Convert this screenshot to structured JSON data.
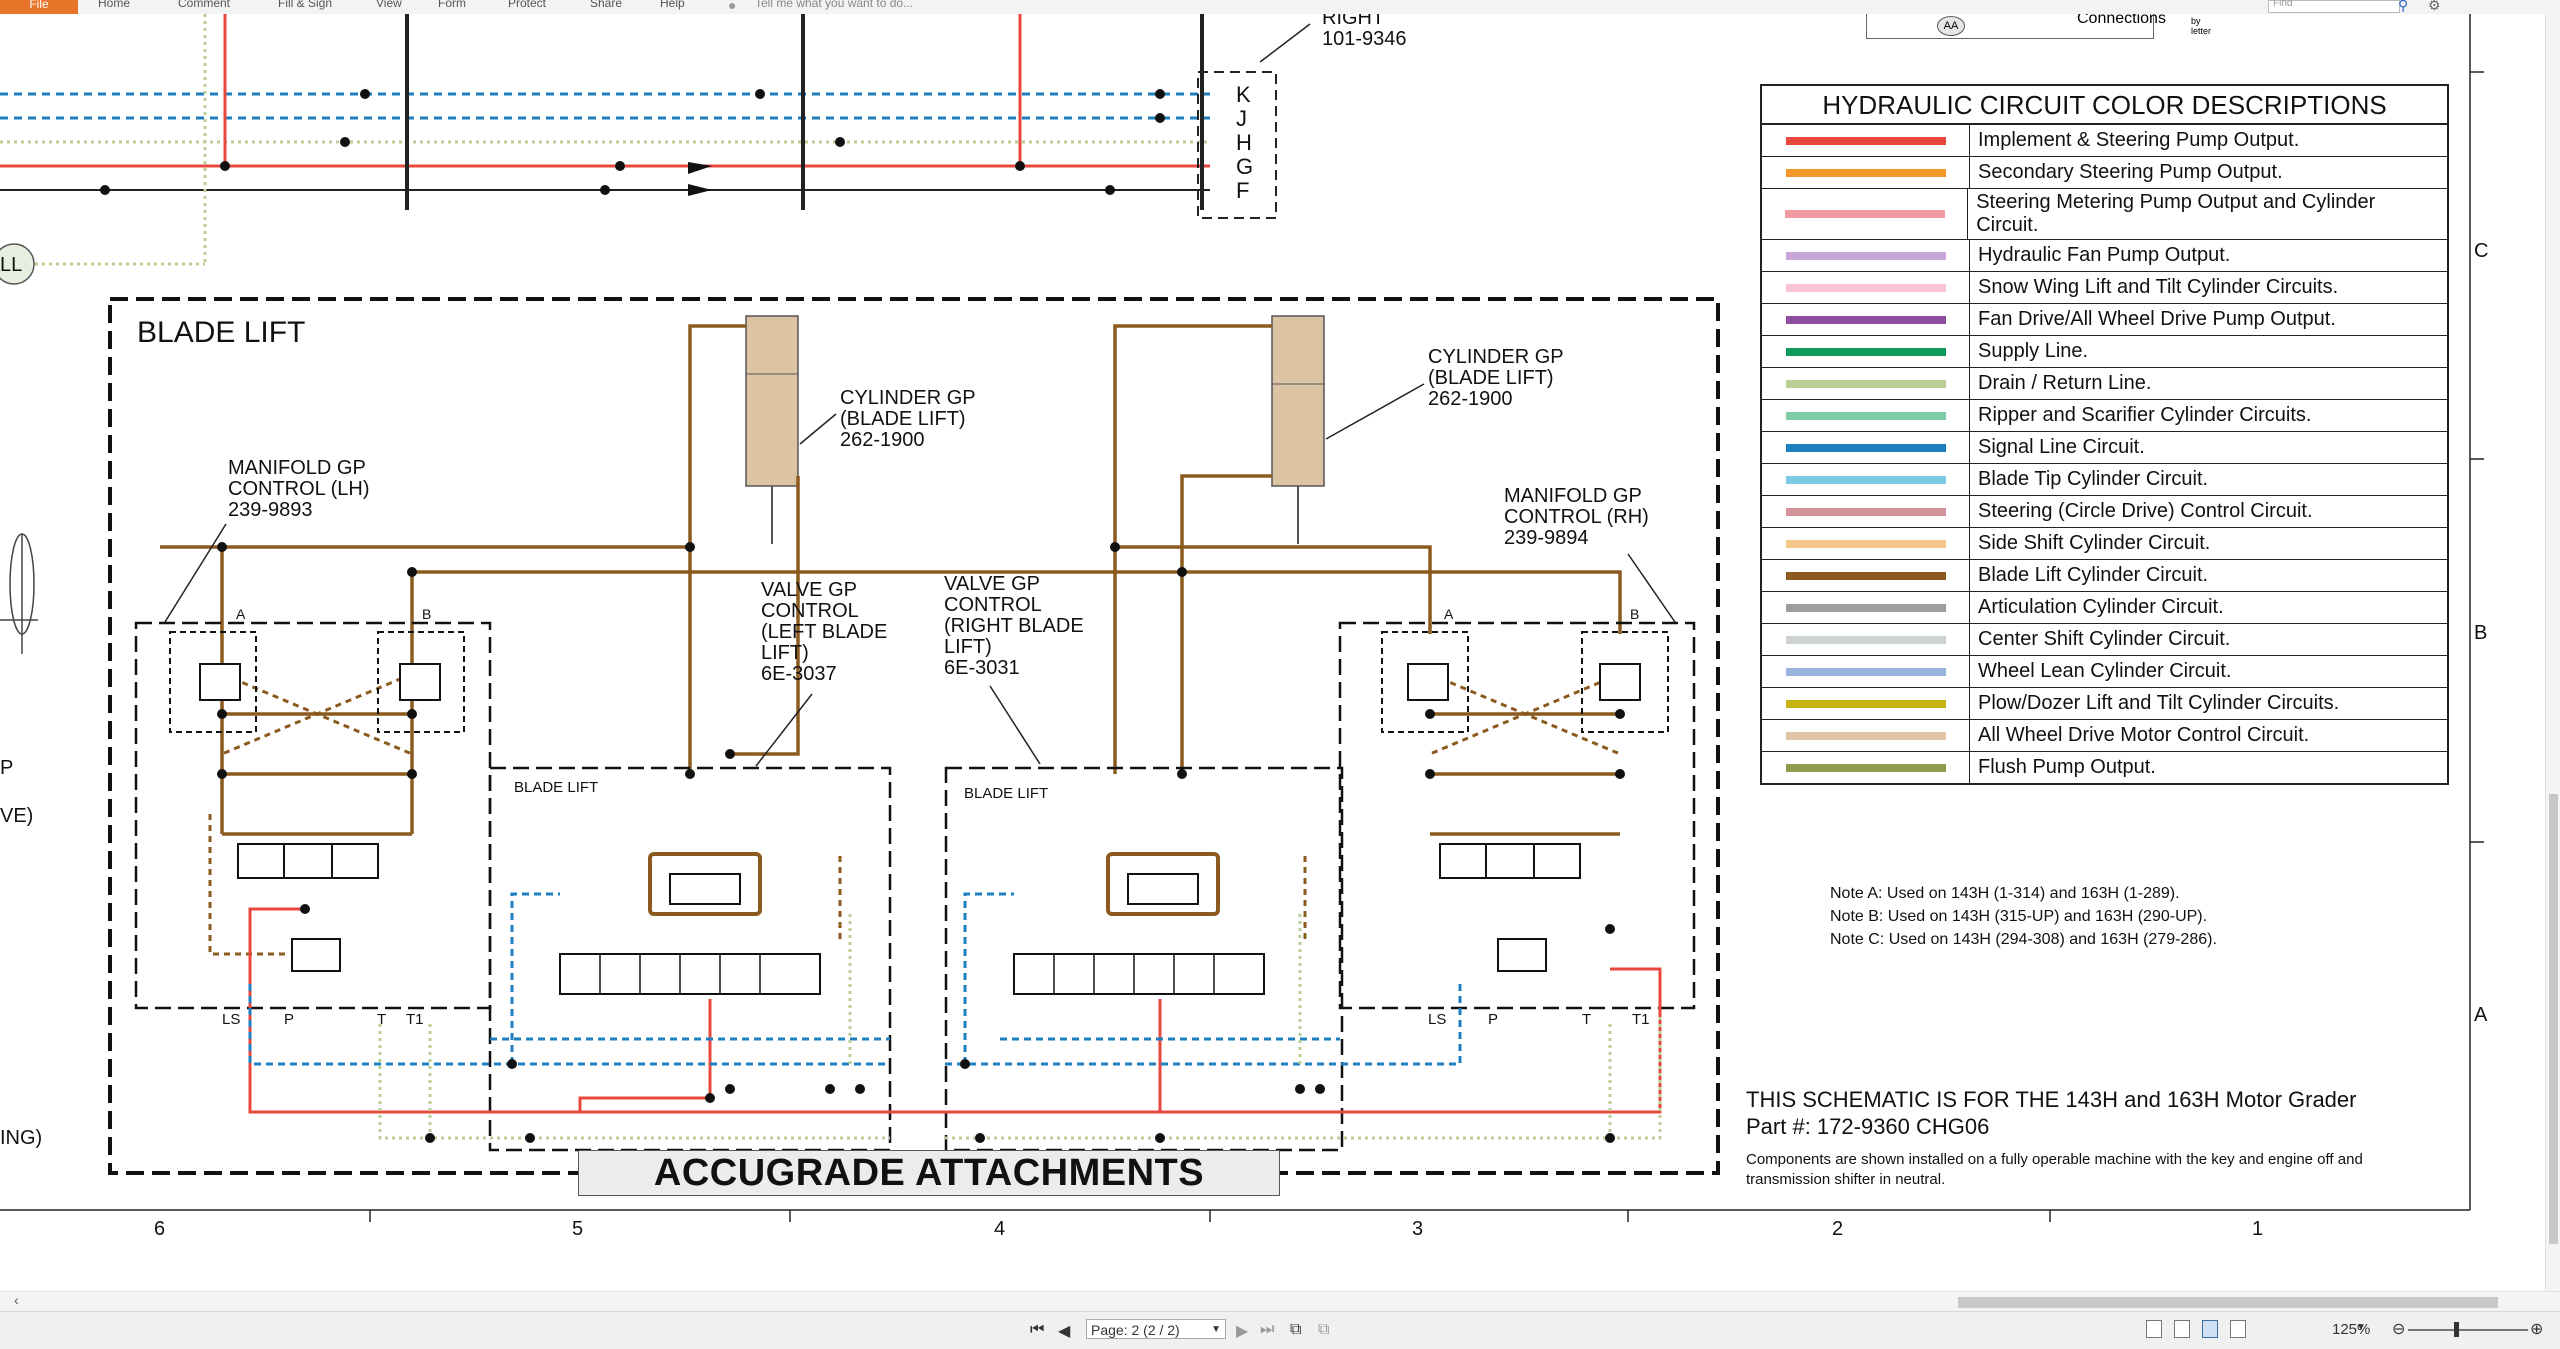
{
  "ribbon": {
    "file_tab": "File",
    "tabs": [
      "Home",
      "Comment",
      "Fill & Sign",
      "View",
      "Form",
      "Protect",
      "Share",
      "Help"
    ],
    "tell_me": "Tell me what you want to do...",
    "find_placeholder": "Find",
    "connections_label": "Connections",
    "connections_sub": "by letter",
    "connections_badge": "AA"
  },
  "schematic": {
    "top_right_label": "RIGHT",
    "top_right_part": "101-9346",
    "connector_letters": [
      "K",
      "J",
      "H",
      "G",
      "F"
    ],
    "left_bubble": "LL",
    "left_edge_labels": [
      "P",
      "VE)",
      "ING)"
    ],
    "blade_lift_title": "BLADE LIFT",
    "cyl_left": [
      "CYLINDER GP",
      "(BLADE LIFT)",
      "262-1900"
    ],
    "cyl_right": [
      "CYLINDER GP",
      "(BLADE LIFT)",
      "262-1900"
    ],
    "manifold_lh": [
      "MANIFOLD GP",
      "CONTROL (LH)",
      "239-9893"
    ],
    "manifold_rh": [
      "MANIFOLD GP",
      "CONTROL (RH)",
      "239-9894"
    ],
    "valve_left": [
      "VALVE GP",
      "CONTROL",
      "(LEFT BLADE",
      " LIFT)",
      "6E-3037"
    ],
    "valve_right": [
      "VALVE GP",
      "CONTROL",
      "(RIGHT BLADE",
      " LIFT)",
      "6E-3031"
    ],
    "sub_box_label": "BLADE LIFT",
    "port_a": "A",
    "port_b": "B",
    "ports_bottom": [
      "LS",
      "P",
      "T",
      "T1"
    ],
    "accugrade": "ACCUGRADE ATTACHMENTS",
    "column_numbers": [
      "6",
      "5",
      "4",
      "3",
      "2",
      "1"
    ],
    "row_letters": [
      "C",
      "B",
      "A"
    ]
  },
  "legend": {
    "title": "HYDRAULIC CIRCUIT COLOR DESCRIPTIONS",
    "items": [
      {
        "label": "Implement & Steering Pump Output.",
        "color": "#e8473e"
      },
      {
        "label": "Secondary Steering Pump Output.",
        "color": "#f39a2b"
      },
      {
        "label": "Steering Metering Pump Output and Cylinder Circuit.",
        "color": "#f19aa2"
      },
      {
        "label": "Hydraulic Fan Pump Output.",
        "color": "#c9a6d8"
      },
      {
        "label": "Snow Wing Lift  and Tilt Cylinder Circuits.",
        "color": "#f7c3d4"
      },
      {
        "label": "Fan Drive/All Wheel Drive Pump Output.",
        "color": "#8e4e9e"
      },
      {
        "label": "Supply Line.",
        "color": "#0f9a5a"
      },
      {
        "label": "Drain / Return Line.",
        "color": "#b8cf96"
      },
      {
        "label": "Ripper and Scarifier Cylinder Circuits.",
        "color": "#7fcca8"
      },
      {
        "label": "Signal Line Circuit.",
        "color": "#1d7fbf"
      },
      {
        "label": "Blade Tip Cylinder Circuit.",
        "color": "#7ccbe6"
      },
      {
        "label": "Steering (Circle Drive) Control Circuit.",
        "color": "#d49499"
      },
      {
        "label": "Side Shift Cylinder Circuit.",
        "color": "#f6c98a"
      },
      {
        "label": "Blade Lift Cylinder Circuit.",
        "color": "#8a5a1e"
      },
      {
        "label": "Articulation Cylinder Circuit.",
        "color": "#9e9e9e"
      },
      {
        "label": "Center Shift Cylinder Circuit.",
        "color": "#cdd3d0"
      },
      {
        "label": "Wheel Lean Cylinder Circuit.",
        "color": "#98b3dc"
      },
      {
        "label": "Plow/Dozer Lift  and Tilt Cylinder Circuits.",
        "color": "#c7b515"
      },
      {
        "label": "All Wheel Drive Motor Control Circuit.",
        "color": "#dfc3a6"
      },
      {
        "label": "Flush Pump Output.",
        "color": "#8f9a4d"
      }
    ]
  },
  "notes": [
    "Note A: Used on 143H (1-314) and 163H (1-289).",
    "Note B: Used on 143H (315-UP) and 163H (290-UP).",
    "Note C: Used on 143H (294-308) and 163H (279-286)."
  ],
  "schematic_note": {
    "line1": "THIS SCHEMATIC IS FOR THE 143H and 163H Motor Grader",
    "line2": " Part #: 172-9360 CHG06",
    "components": "Components are shown installed on a fully operable machine with the key and engine off and transmission shifter in neutral."
  },
  "statusbar": {
    "page_label": "Page: 2 (2 / 2)",
    "zoom": "125%"
  },
  "colors": {
    "blade_lift": "#8a5a1e",
    "implement": "#e8473e",
    "signal": "#1d7fbf",
    "drain": "#b8cf96",
    "cylinder_fill": "#dcc3a3"
  }
}
